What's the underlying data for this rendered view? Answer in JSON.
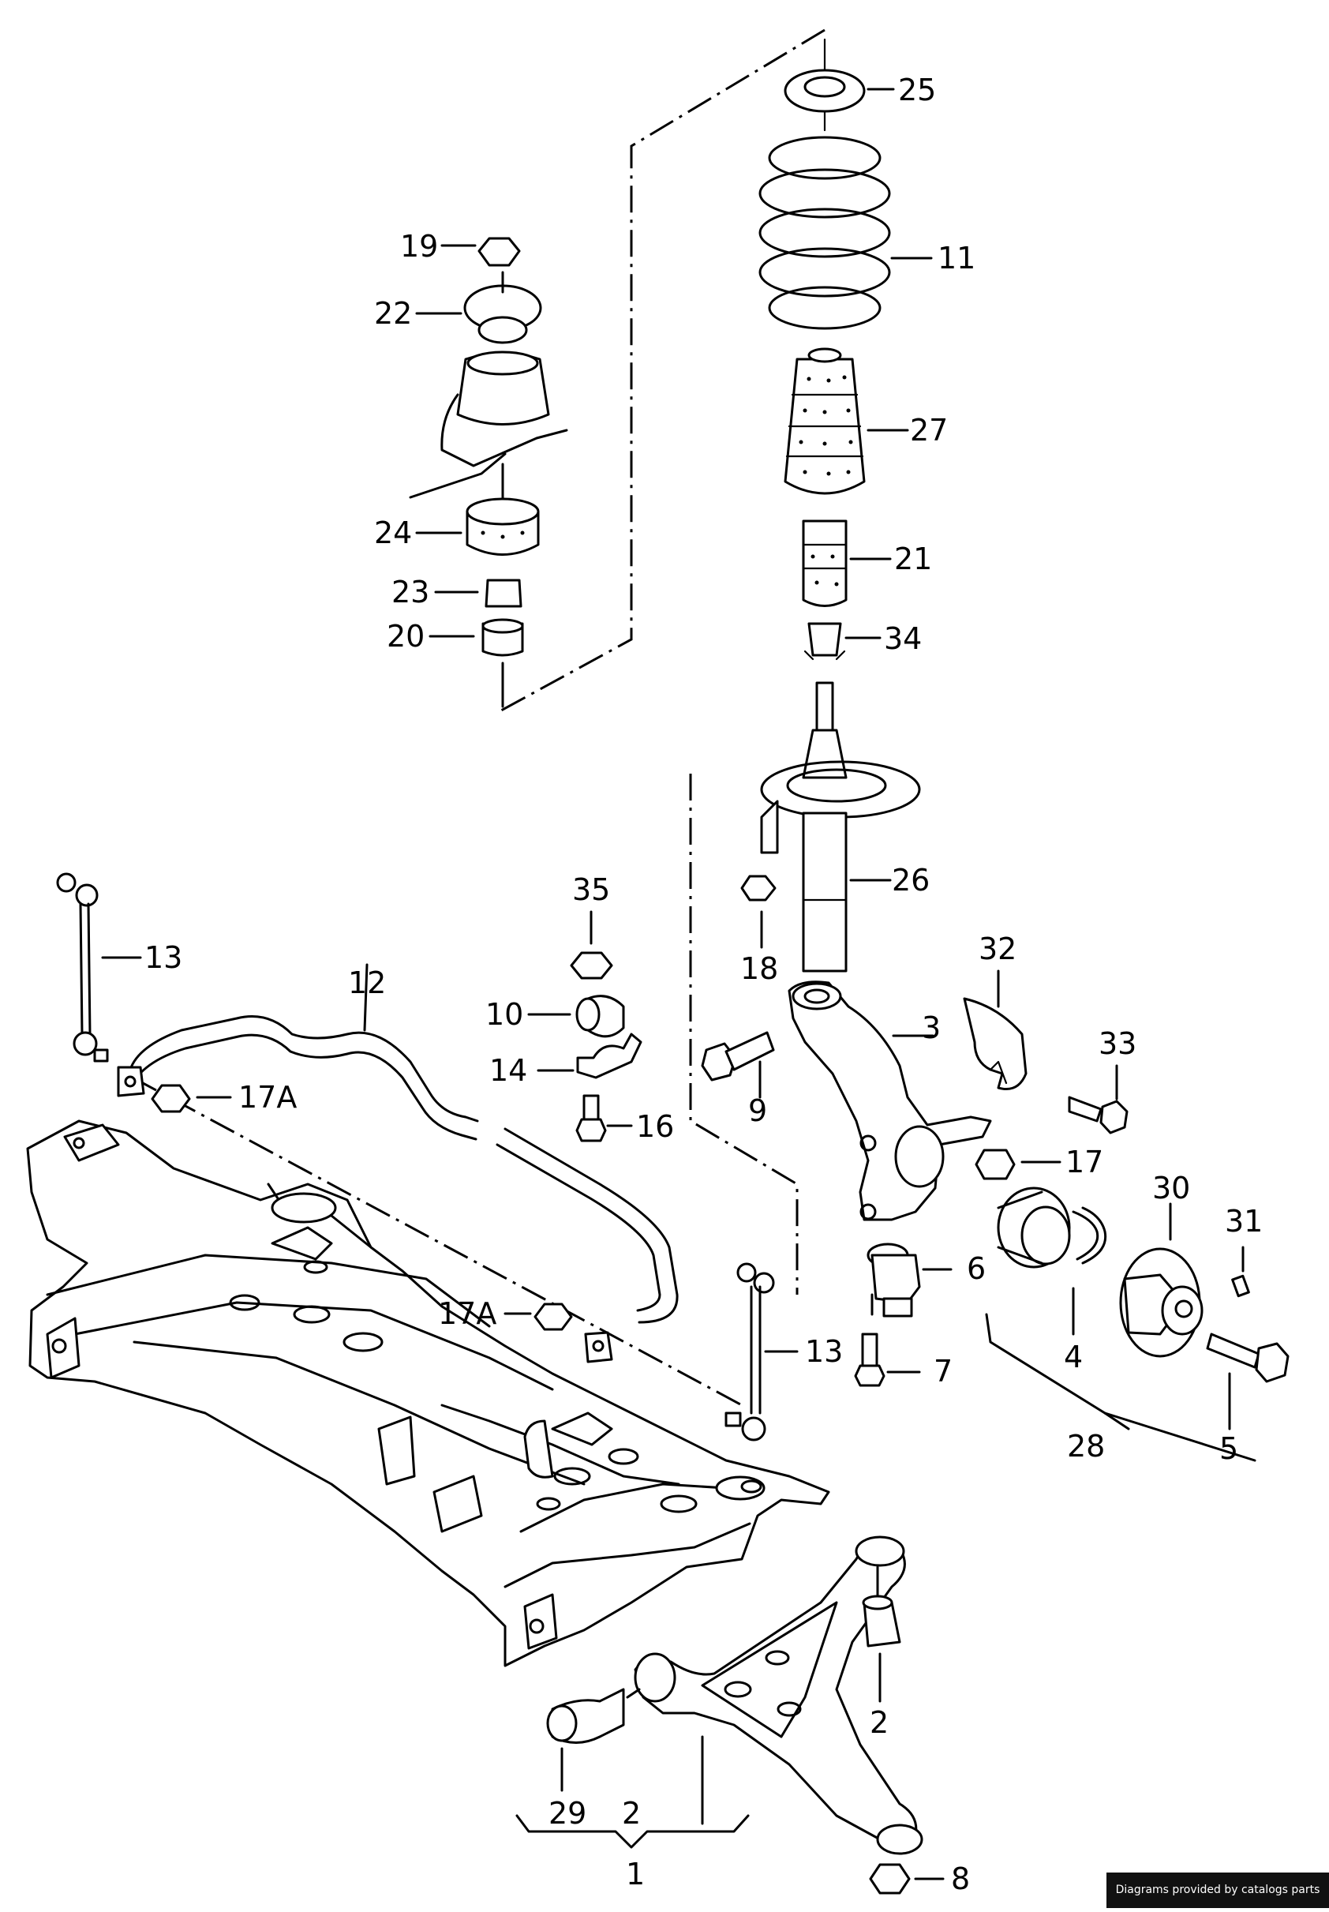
{
  "diagram": {
    "labels": {
      "l25": "25",
      "l11": "11",
      "l27": "27",
      "l21": "21",
      "l34": "34",
      "l26": "26",
      "l19": "19",
      "l22": "22",
      "l24": "24",
      "l23": "23",
      "l20": "20",
      "l13a": "13",
      "l12": "12",
      "l35": "35",
      "l10": "10",
      "l14": "14",
      "l16": "16",
      "l17a_top": "17A",
      "l18": "18",
      "l32": "32",
      "l3": "3",
      "l9": "9",
      "l33": "33",
      "l17": "17",
      "l30": "30",
      "l31": "31",
      "l6": "6",
      "l17a_mid": "17A",
      "l13b": "13",
      "l7": "7",
      "l4": "4",
      "l28": "28",
      "l5": "5",
      "l2a": "2",
      "l29": "29",
      "l2b": "2",
      "l1": "1",
      "l8": "8"
    }
  },
  "footer": {
    "credit": "Diagrams provided by catalogs parts"
  }
}
